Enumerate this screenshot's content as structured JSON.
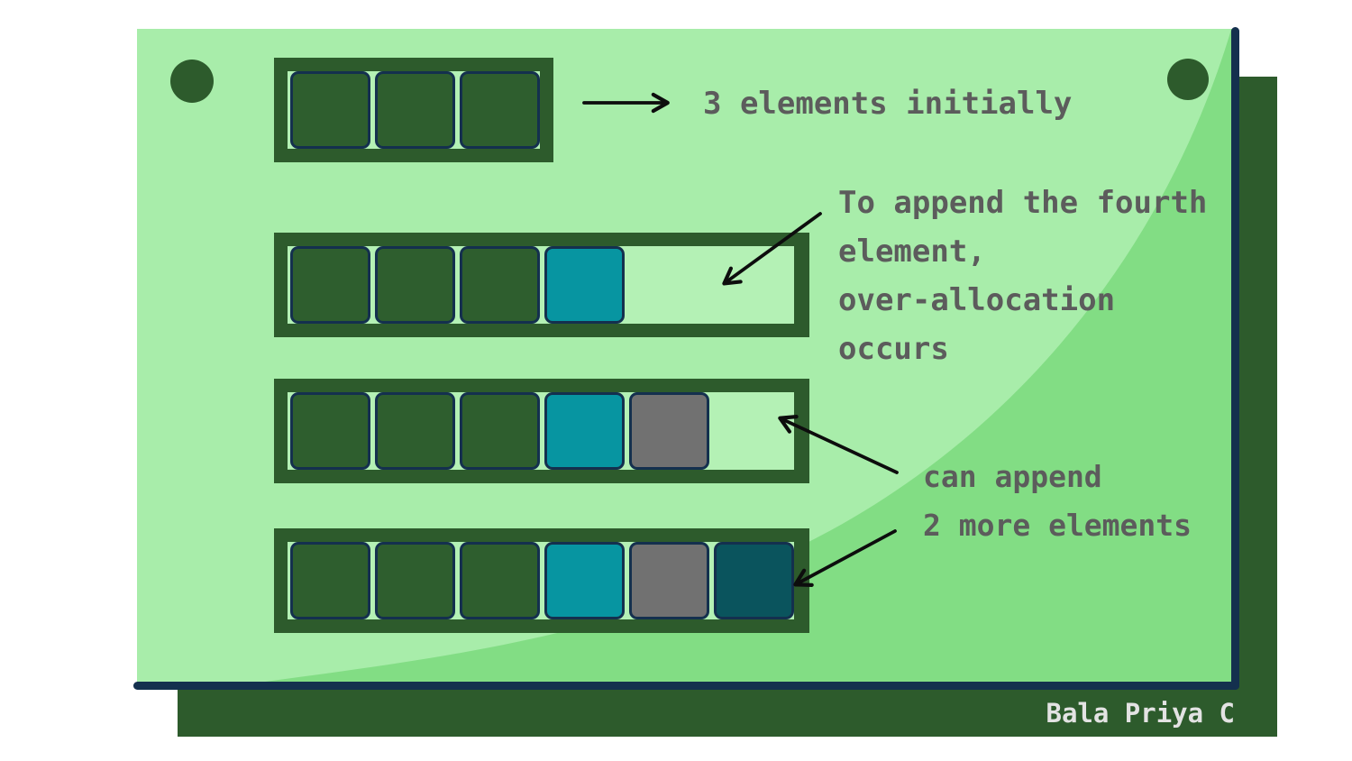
{
  "labels": {
    "initial": "3 elements initially",
    "over_allocation_lines": [
      "To append the fourth",
      "element,",
      "over-allocation",
      "occurs"
    ],
    "can_append_lines": [
      "can append",
      "2 more elements"
    ],
    "credit": "Bala Priya C"
  },
  "arrays": [
    {
      "name": "initial-array",
      "capacity": 3,
      "cells": [
        "green",
        "green",
        "green"
      ]
    },
    {
      "name": "over-allocated-array",
      "capacity": 6,
      "cells": [
        "green",
        "green",
        "green",
        "teal"
      ]
    },
    {
      "name": "array-five-elements",
      "capacity": 6,
      "cells": [
        "green",
        "green",
        "green",
        "teal",
        "gray"
      ]
    },
    {
      "name": "array-full",
      "capacity": 6,
      "cells": [
        "green",
        "green",
        "green",
        "teal",
        "gray",
        "darkteal"
      ]
    }
  ],
  "colors": {
    "page_bg": "#ffffff",
    "card_light": "#a8edaa",
    "card_sweep": "#82dd84",
    "dark_green": "#2d5b2c",
    "slot_empty": "#b4f1b5",
    "cell_green": "#2e5e2e",
    "cell_teal": "#0795a1",
    "cell_gray": "#717171",
    "cell_darkteal": "#0a545d",
    "navy": "#14304e",
    "label_text": "#5c5c5c",
    "credit_text": "#e3e3e3",
    "arrow": "#0d0d0d"
  }
}
